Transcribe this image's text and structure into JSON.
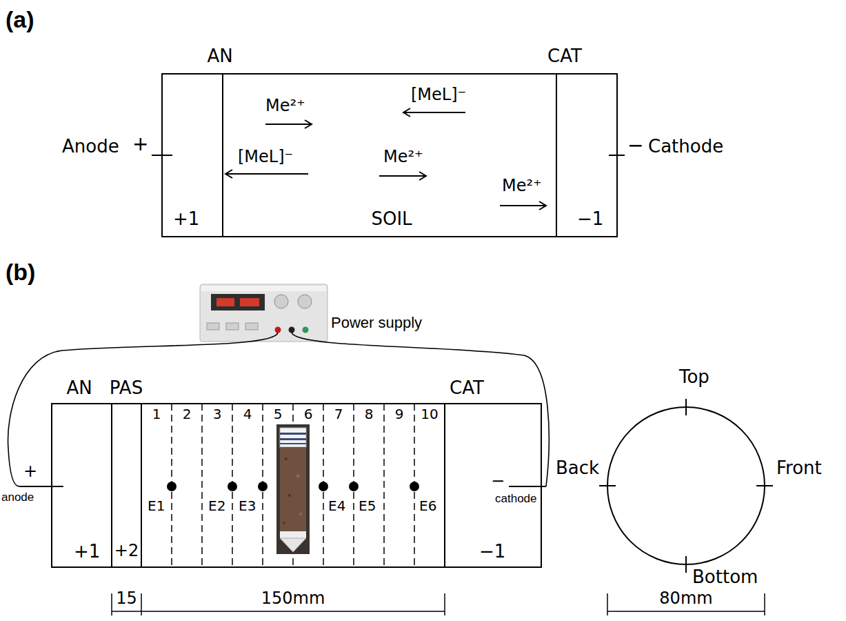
{
  "diagram": {
    "nodes": [
      {
        "text": [
          "AN",
          "+1"
        ]
      },
      {
        "text": [
          "SOIL"
        ]
      },
      {
        "text": [
          "CAT",
          "−1"
        ]
      },
      {
        "text": [
          "AN",
          "+1"
        ]
      },
      {
        "text": [
          "PAS",
          "+2"
        ]
      },
      {
        "text": [
          "1"
        ]
      },
      {
        "text": [
          "2"
        ]
      },
      {
        "text": [
          "3"
        ]
      },
      {
        "text": [
          "4"
        ]
      },
      {
        "text": [
          "5"
        ]
      },
      {
        "text": [
          "6"
        ]
      },
      {
        "text": [
          "7"
        ]
      },
      {
        "text": [
          "8"
        ]
      },
      {
        "text": [
          "9"
        ]
      },
      {
        "text": [
          "10"
        ]
      },
      {
        "text": [
          "CAT",
          "−1"
        ]
      }
    ],
    "labels": [
      "(a)",
      "Anode",
      "+",
      "−",
      "Cathode",
      "Me²⁺",
      "[MeL]⁻",
      "[MeL]⁻",
      "Me²⁺",
      "Me²⁺",
      "(b)",
      "Power supply",
      "+",
      "anode",
      "−",
      "cathode",
      "E1",
      "E2",
      "E3",
      "E4",
      "E5",
      "E6",
      "Top",
      "Back",
      "Front",
      "Bottom",
      "15",
      "150mm",
      "80mm"
    ]
  }
}
